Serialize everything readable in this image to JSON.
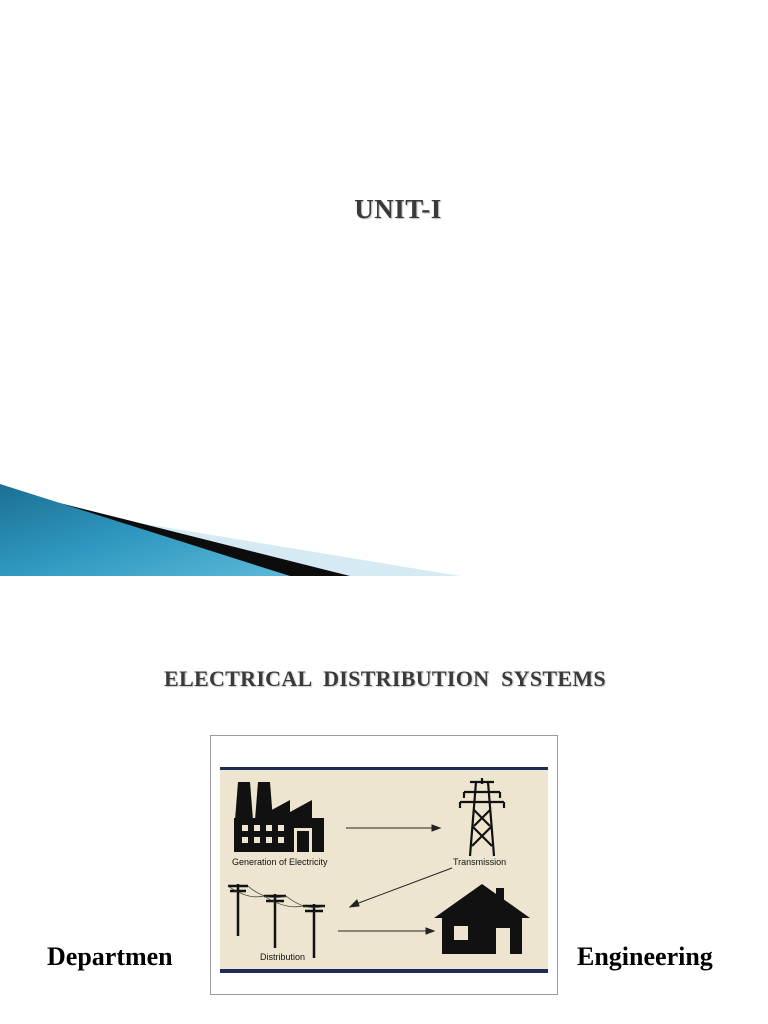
{
  "slide": {
    "title": "UNIT-I"
  },
  "section": {
    "heading": "ELECTRICAL  DISTRIBUTION  SYSTEMS"
  },
  "diagram": {
    "generation_label": "Generation of Electricity",
    "transmission_label": "Transmission",
    "distribution_label": "Distribution",
    "panel_color": "#ede5cf",
    "rule_color": "#1e2b57"
  },
  "footer": {
    "left_word": "Departmen",
    "right_word": "Engineering"
  }
}
